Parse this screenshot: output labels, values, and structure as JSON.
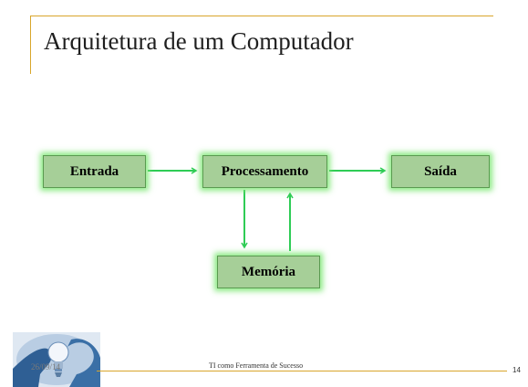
{
  "slide": {
    "title": "Arquitetura de um Computador",
    "boxes": {
      "input": "Entrada",
      "processing": "Processamento",
      "output": "Saída",
      "memory": "Memória"
    },
    "footer": {
      "date": "26/09/14",
      "text": "TI como Ferramenta de Sucesso",
      "page": "14"
    }
  },
  "colors": {
    "accent_gold": "#d9a62b",
    "box_fill": "#a6cf98",
    "arrow_green": "#2ecc55",
    "glow_green": "#78e66e"
  },
  "icons": {
    "logo": "hand-holding-lightbulb-icon"
  }
}
